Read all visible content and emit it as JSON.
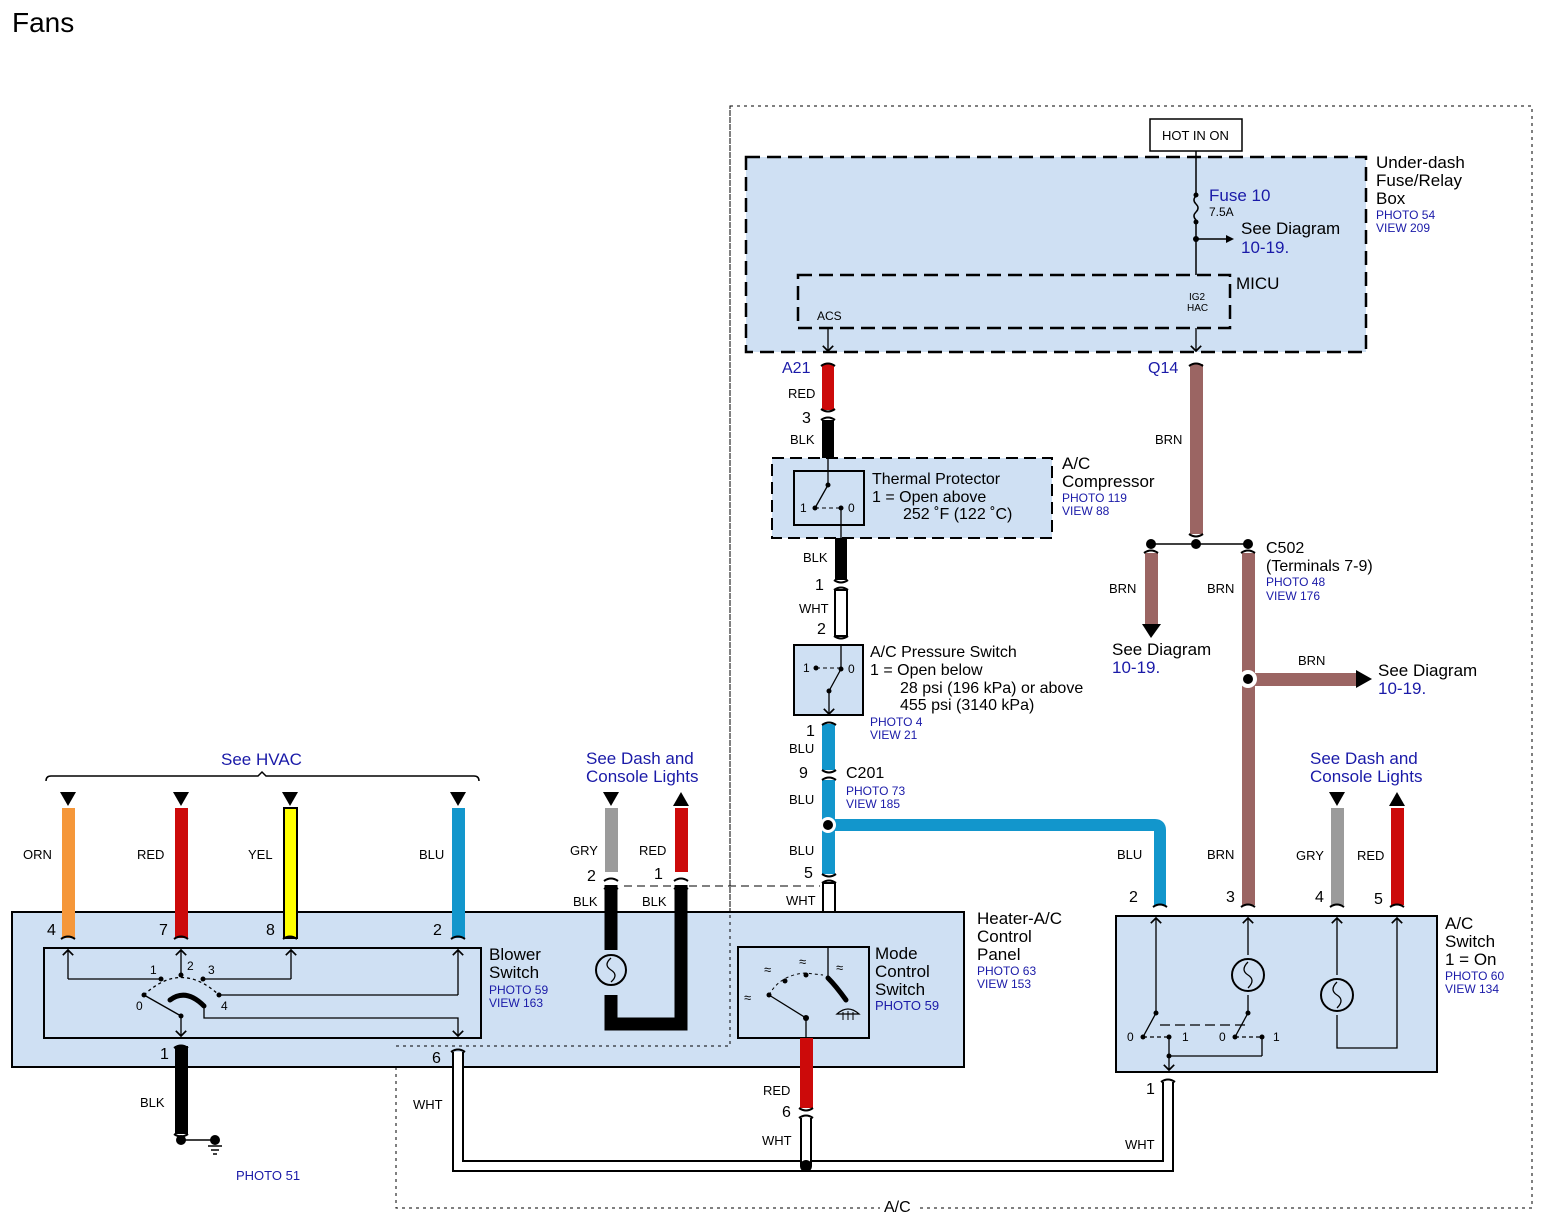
{
  "title": "Fans",
  "system_label": "A/C",
  "colors": {
    "panel_fill": "#cfe0f3",
    "RED": "#cc0a0a",
    "BLK": "#000000",
    "WHT": "#ffffff",
    "BLU": "#1296cc",
    "BRN": "#9b6563",
    "ORN": "#f5973a",
    "YEL": "#ffff00",
    "GRY": "#9b9b9b",
    "ref_text": "#1a1aa8"
  },
  "power": {
    "label": "HOT IN ON"
  },
  "fuse_box": {
    "name_lines": [
      "Under-dash",
      "Fuse/Relay",
      "Box"
    ],
    "photo": "PHOTO 54",
    "view": "VIEW 209",
    "fuse_name": "Fuse 10",
    "fuse_rating": "7.5A",
    "see_diagram": "See Diagram",
    "see_diagram_ref": "10-19.",
    "micu": {
      "name": "MICU",
      "pin_acs": "ACS",
      "pin_ig2_line1": "IG2",
      "pin_ig2_line2": "HAC"
    },
    "terminal_a21": "A21",
    "terminal_q14": "Q14"
  },
  "compressor": {
    "name_lines": [
      "A/C",
      "Compressor"
    ],
    "photo": "PHOTO 119",
    "view": "VIEW 88",
    "protector_lines": [
      "Thermal Protector",
      "1 = Open above",
      "252 ˚F (122 ˚C)"
    ],
    "pos_1": "1",
    "pos_0": "0"
  },
  "pressure_switch": {
    "lines": [
      "A/C Pressure Switch",
      "1 = Open below",
      "28 psi (196 kPa) or above",
      "455 psi (3140 kPa)"
    ],
    "photo": "PHOTO 4",
    "view": "VIEW 21",
    "pos_1": "1",
    "pos_0": "0"
  },
  "c201": {
    "name": "C201",
    "photo": "PHOTO 73",
    "view": "VIEW 185"
  },
  "c502": {
    "name": "C502",
    "terminals": "(Terminals 7-9)",
    "photo": "PHOTO 48",
    "view": "VIEW 176"
  },
  "see_diagram": {
    "label": "See Diagram",
    "ref": "10-19."
  },
  "see_hvac": "See HVAC",
  "see_dash_lines": [
    "See Dash and",
    "Console Lights"
  ],
  "control_panel": {
    "name_lines": [
      "Heater-A/C",
      "Control",
      "Panel"
    ],
    "photo": "PHOTO 63",
    "view": "VIEW 153"
  },
  "blower_switch": {
    "name_lines": [
      "Blower",
      "Switch"
    ],
    "photo": "PHOTO 59",
    "view": "VIEW 163",
    "positions": [
      "0",
      "1",
      "2",
      "3",
      "4"
    ]
  },
  "mode_switch": {
    "name_lines": [
      "Mode",
      "Control",
      "Switch"
    ],
    "photo": "PHOTO 59"
  },
  "ac_switch": {
    "name_lines": [
      "A/C",
      "Switch",
      "1 = On"
    ],
    "photo": "PHOTO 60",
    "view": "VIEW 134",
    "pos_labels": [
      "0",
      "1",
      "0",
      "1"
    ]
  },
  "ground": {
    "photo": "PHOTO 51"
  },
  "wire_labels": {
    "a21_red": "RED",
    "pin3": "3",
    "blk_top": "BLK",
    "blk_mid": "BLK",
    "pin1_c": "1",
    "wht_c": "WHT",
    "pin2_p": "2",
    "pin1_p": "1",
    "blu_1": "BLU",
    "pin9": "9",
    "blu_2": "BLU",
    "blu_3": "BLU",
    "pin5": "5",
    "wht_5": "WHT",
    "brn_q14": "BRN",
    "brn_left": "BRN",
    "brn_right": "BRN",
    "brn_branch": "BRN",
    "orn": "ORN",
    "red_hvac": "RED",
    "yel": "YEL",
    "blu_hvac": "BLU",
    "pin4_b": "4",
    "pin7_b": "7",
    "pin8_b": "8",
    "pin2_b": "2",
    "gry_l": "GRY",
    "red_l": "RED",
    "pin2_l": "2",
    "pin1_l": "1",
    "blk_l1": "BLK",
    "blk_l2": "BLK",
    "pin1_gnd": "1",
    "blk_gnd": "BLK",
    "pin6_b": "6",
    "wht_b": "WHT",
    "red_mode": "RED",
    "pin6_m": "6",
    "wht_m": "WHT",
    "blu_ac": "BLU",
    "brn_ac": "BRN",
    "gry_ac": "GRY",
    "red_ac": "RED",
    "pin2_ac": "2",
    "pin3_ac": "3",
    "pin4_ac": "4",
    "pin5_ac": "5",
    "pin1_ac": "1",
    "wht_ac": "WHT"
  }
}
